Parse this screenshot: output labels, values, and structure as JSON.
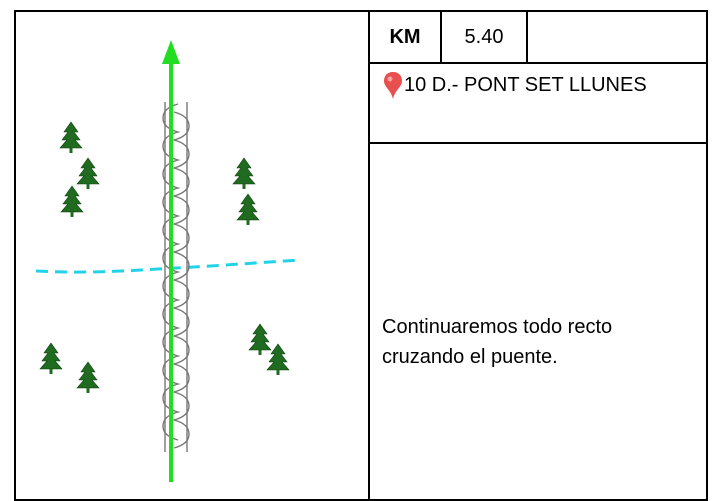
{
  "km": {
    "label": "KM",
    "value": "5.40"
  },
  "waypoint": {
    "icon": "map-pin-icon",
    "text": "10 D.- PONT SET LLUNES"
  },
  "description": "Continuaremos todo recto cruzando el puente.",
  "diagram": {
    "route_color": "#22dd22",
    "stream_color": "#22d3e8",
    "tree_color": "#1f6b1f",
    "bridge_color": "#777777",
    "icons": [
      "route-arrow-icon",
      "bridge-icon",
      "stream-icon",
      "tree-icon"
    ]
  }
}
